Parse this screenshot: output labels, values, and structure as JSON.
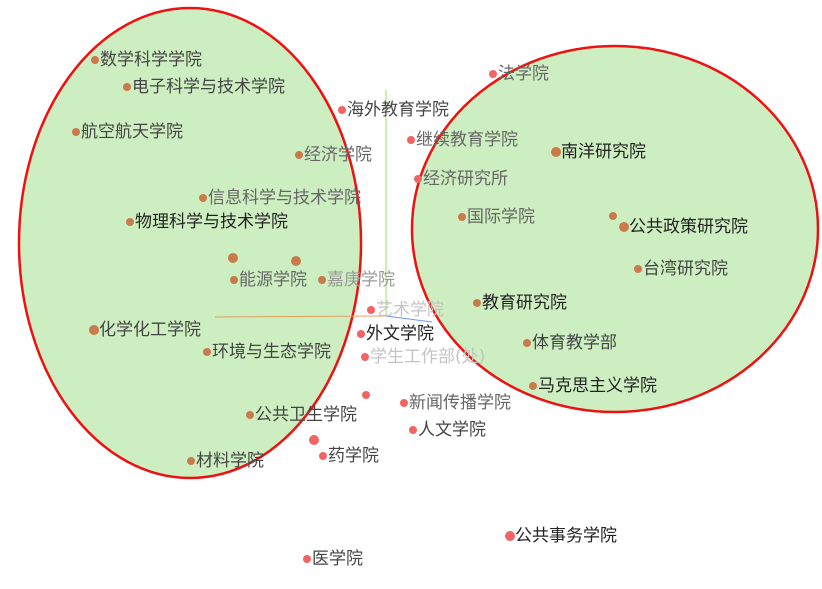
{
  "chart_data": {
    "type": "scatter",
    "title": "",
    "clusters": [
      {
        "name": "left-cluster",
        "fill": "#cdeec0",
        "stroke": "#ee1111"
      },
      {
        "name": "right-cluster",
        "fill": "#cdeec0",
        "stroke": "#ee1111"
      }
    ],
    "colors": {
      "in_cluster": "#c97b4b",
      "outlier": "#f26464",
      "axis_x": "#e0a060",
      "axis_y": "#88ee66",
      "axis_z": "#6699ff"
    },
    "points": [
      {
        "label": "数学科学学院",
        "x": -29.1,
        "y": 25.6,
        "tone": 1,
        "in": true
      },
      {
        "label": "电子科学与技术学院",
        "x": -25.9,
        "y": 22.9,
        "tone": 1,
        "in": true
      },
      {
        "label": "航空航天学院",
        "x": -31.0,
        "y": 18.4,
        "tone": 1,
        "in": true
      },
      {
        "label": "经济学院",
        "x": -8.7,
        "y": 16.1,
        "tone": 2,
        "in": true
      },
      {
        "label": "信息科学与技术学院",
        "x": -18.3,
        "y": 11.8,
        "tone": 2,
        "in": true
      },
      {
        "label": "物理科学与技术学院",
        "x": -25.6,
        "y": 9.4,
        "tone": 0,
        "in": true
      },
      {
        "label": "能源学院",
        "x": -15.2,
        "y": 3.6,
        "tone": 2,
        "in": true
      },
      {
        "label": "",
        "x": -15.3,
        "y": 5.8,
        "tone": 2,
        "in": true,
        "big": true
      },
      {
        "label": "",
        "x": -9.0,
        "y": 5.5,
        "tone": 2,
        "in": true,
        "big": true
      },
      {
        "label": "嘉庚学院",
        "x": -6.4,
        "y": 3.6,
        "tone": 3,
        "in": true
      },
      {
        "label": "艺术学院",
        "x": -1.5,
        "y": 0.6,
        "tone": 4,
        "in": false
      },
      {
        "label": "化学化工学院",
        "x": -29.2,
        "y": -1.4,
        "tone": 1,
        "in": true,
        "big": true
      },
      {
        "label": "外文学院",
        "x": -2.5,
        "y": -1.8,
        "tone": 0,
        "in": false
      },
      {
        "label": "环境与生态学院",
        "x": -17.9,
        "y": -3.6,
        "tone": 1,
        "in": true
      },
      {
        "label": "学生工作部(处)",
        "x": -2.1,
        "y": -4.1,
        "tone": 4,
        "in": false
      },
      {
        "label": "",
        "x": -2.0,
        "y": -7.9,
        "tone": 2,
        "in": false
      },
      {
        "label": "公共卫生学院",
        "x": -13.6,
        "y": -9.9,
        "tone": 1,
        "in": true
      },
      {
        "label": "新闻传播学院",
        "x": 1.8,
        "y": -8.7,
        "tone": 2,
        "in": false
      },
      {
        "label": "人文学院",
        "x": 2.7,
        "y": -11.4,
        "tone": 1,
        "in": false
      },
      {
        "label": "",
        "x": -7.2,
        "y": -12.4,
        "tone": 1,
        "in": false,
        "big": true
      },
      {
        "label": "材料学院",
        "x": -19.5,
        "y": -14.5,
        "tone": 1,
        "in": true
      },
      {
        "label": "药学院",
        "x": -6.3,
        "y": -14.0,
        "tone": 1,
        "in": false
      },
      {
        "label": "医学院",
        "x": -7.9,
        "y": -24.3,
        "tone": 1,
        "in": false
      },
      {
        "label": "公共事务学院",
        "x": 12.4,
        "y": -22.0,
        "tone": 0,
        "in": false,
        "big": true
      },
      {
        "label": "法学院",
        "x": 10.7,
        "y": 24.2,
        "tone": 2,
        "in": false
      },
      {
        "label": "海外教育学院",
        "x": -4.4,
        "y": 20.6,
        "tone": 1,
        "in": false
      },
      {
        "label": "继续教育学院",
        "x": 2.5,
        "y": 17.6,
        "tone": 2,
        "in": false
      },
      {
        "label": "经济研究所",
        "x": 3.2,
        "y": 13.7,
        "tone": 2,
        "in": false
      },
      {
        "label": "南洋研究院",
        "x": 17.0,
        "y": 16.4,
        "tone": 0,
        "in": true,
        "big": true
      },
      {
        "label": "国际学院",
        "x": 7.6,
        "y": 9.9,
        "tone": 2,
        "in": true
      },
      {
        "label": "公共政策研究院",
        "x": 23.8,
        "y": 8.9,
        "tone": 0,
        "in": true,
        "big": true
      },
      {
        "label": "",
        "x": 22.7,
        "y": 10.0,
        "tone": 0,
        "in": true
      },
      {
        "label": "台湾研究院",
        "x": 25.2,
        "y": 4.7,
        "tone": 1,
        "in": true
      },
      {
        "label": "教育研究院",
        "x": 9.1,
        "y": 1.3,
        "tone": 0,
        "in": true
      },
      {
        "label": "体育教学部",
        "x": 14.1,
        "y": -2.7,
        "tone": 1,
        "in": true
      },
      {
        "label": "马克思主义学院",
        "x": 14.7,
        "y": -7.0,
        "tone": 0,
        "in": true
      }
    ]
  }
}
